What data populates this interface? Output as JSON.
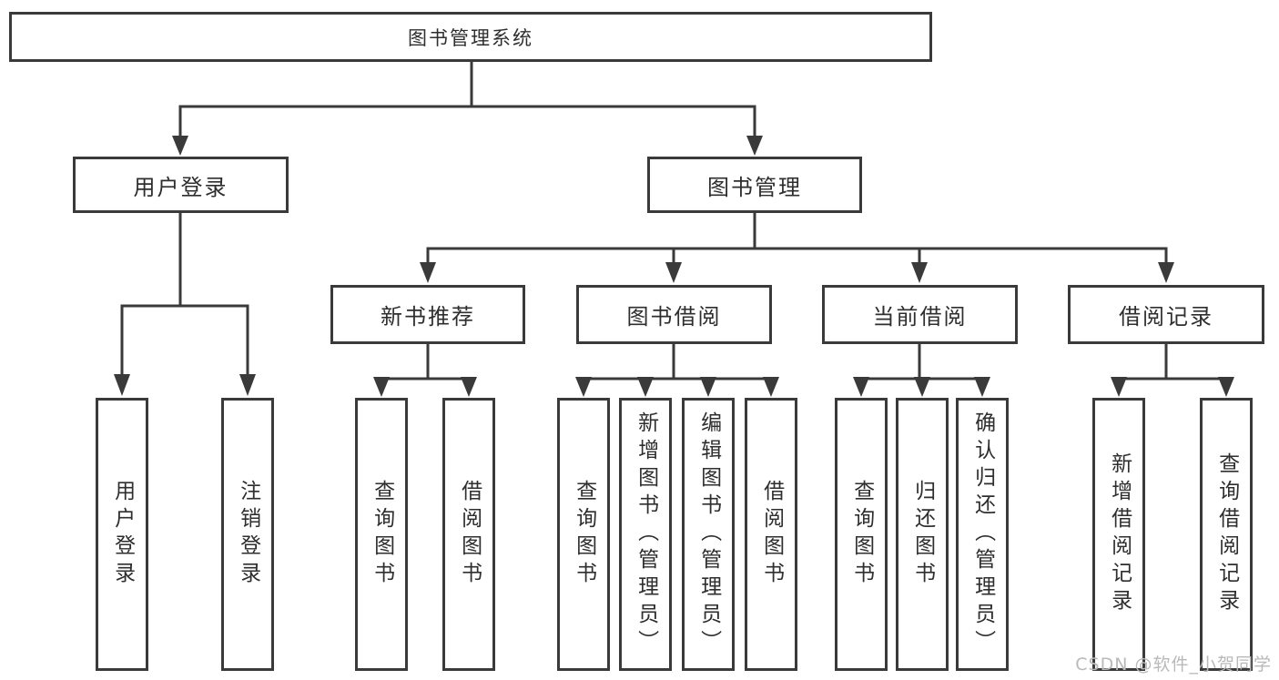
{
  "diagram": {
    "root_label": "图书管理系统",
    "user_login": {
      "label": "用户登录",
      "children": [
        "用户登录",
        "注销登录"
      ]
    },
    "book_mgmt": {
      "label": "图书管理"
    },
    "new_books": {
      "label": "新书推荐",
      "children": [
        "查询图书",
        "借阅图书"
      ]
    },
    "book_borrow": {
      "label": "图书借阅",
      "children": [
        "查询图书",
        "新增图书（管理员）",
        "编辑图书（管理员）",
        "借阅图书"
      ]
    },
    "current_borrow": {
      "label": "当前借阅",
      "children": [
        "查询图书",
        "归还图书",
        "确认归还（管理员）"
      ]
    },
    "borrow_records": {
      "label": "借阅记录",
      "children": [
        "新增借阅记录",
        "查询借阅记录"
      ]
    }
  },
  "watermark": {
    "text": "CSDN @软件_小贺同学"
  },
  "colors": {
    "line": "#3a3a3a",
    "text": "#2e2e2e",
    "background": "#ffffff",
    "watermark": "#b9b9b9"
  }
}
